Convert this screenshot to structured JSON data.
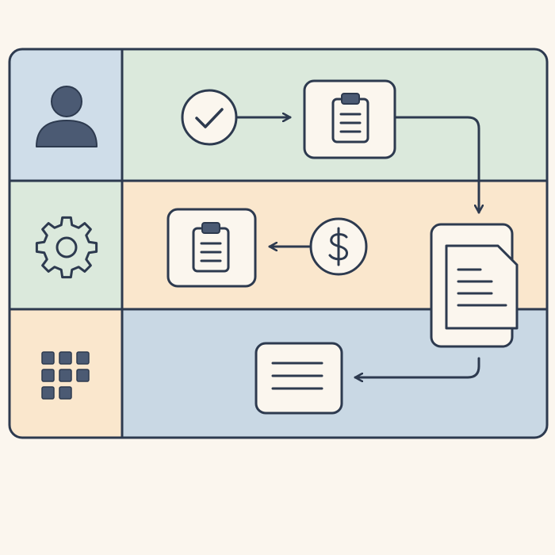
{
  "colors": {
    "page_background": "#fbf6ee",
    "ink": "#2d3a4f",
    "lane_user_label": "#cfdde9",
    "lane_user_body": "#dbe9dc",
    "lane_process_label": "#dbe9dc",
    "lane_process_body": "#fae7cd",
    "lane_data_label": "#fae7cd",
    "lane_data_body": "#c9d8e4",
    "node_fill": "#fbf6ee",
    "icon_fill": "#4b5a73"
  },
  "lanes": [
    {
      "id": "user",
      "icon": "person-icon"
    },
    {
      "id": "process",
      "icon": "gear-icon"
    },
    {
      "id": "data",
      "icon": "grid-icon"
    }
  ],
  "nodes": [
    {
      "id": "approve",
      "icon": "checkmark-circle-icon"
    },
    {
      "id": "clipboard-top",
      "icon": "clipboard-icon"
    },
    {
      "id": "payment",
      "icon": "dollar-circle-icon"
    },
    {
      "id": "clipboard-middle",
      "icon": "clipboard-icon"
    },
    {
      "id": "document-stack",
      "icon": "document-stack-icon"
    },
    {
      "id": "text-card",
      "icon": "text-lines-icon"
    }
  ],
  "edges": [
    {
      "from": "approve",
      "to": "clipboard-top"
    },
    {
      "from": "clipboard-top",
      "to": "document-stack"
    },
    {
      "from": "payment",
      "to": "clipboard-middle"
    },
    {
      "from": "document-stack",
      "to": "text-card"
    }
  ]
}
